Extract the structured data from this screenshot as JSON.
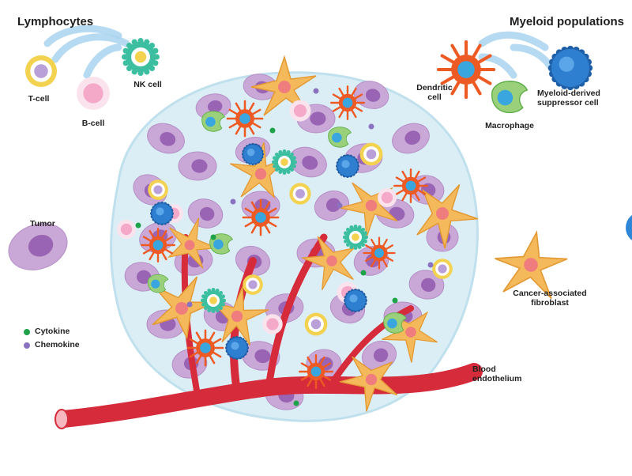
{
  "headings": {
    "lymphocytes": "Lymphocytes",
    "myeloid": "Myeloid populations"
  },
  "labels": {
    "t_cell": "T-cell",
    "b_cell": "B-cell",
    "nk_cell": "NK cell",
    "dendritic_l1": "Dendritic",
    "dendritic_l2": "cell",
    "macrophage": "Macrophage",
    "mdsc_l1": "Myeloid-derived",
    "mdsc_l2": "suppressor cell",
    "tumor": "Tumor",
    "caf_l1": "Cancer-associated",
    "caf_l2": "fibroblast",
    "blood_l1": "Blood",
    "blood_l2": "endothelium"
  },
  "legend": [
    {
      "label": "Cytokine",
      "color": "#1fa34a"
    },
    {
      "label": "Chemokine",
      "color": "#8a72c2"
    }
  ],
  "colors": {
    "tumor_fill": "#c9a7d6",
    "tumor_nucleus": "#9a64b4",
    "caf_fill": "#f4b95a",
    "caf_nucleus": "#f07d7d",
    "t_cell_ring": "#f2d24f",
    "b_cell": "#f4a9c9",
    "nk_cell": "#3cbea0",
    "dendritic": "#ee5a24",
    "macrophage": "#9ad07a",
    "mdsc": "#2f7fd0",
    "vessel": "#d52b3b",
    "arrow": "#a9d3ef",
    "halo": "#dceef5"
  }
}
